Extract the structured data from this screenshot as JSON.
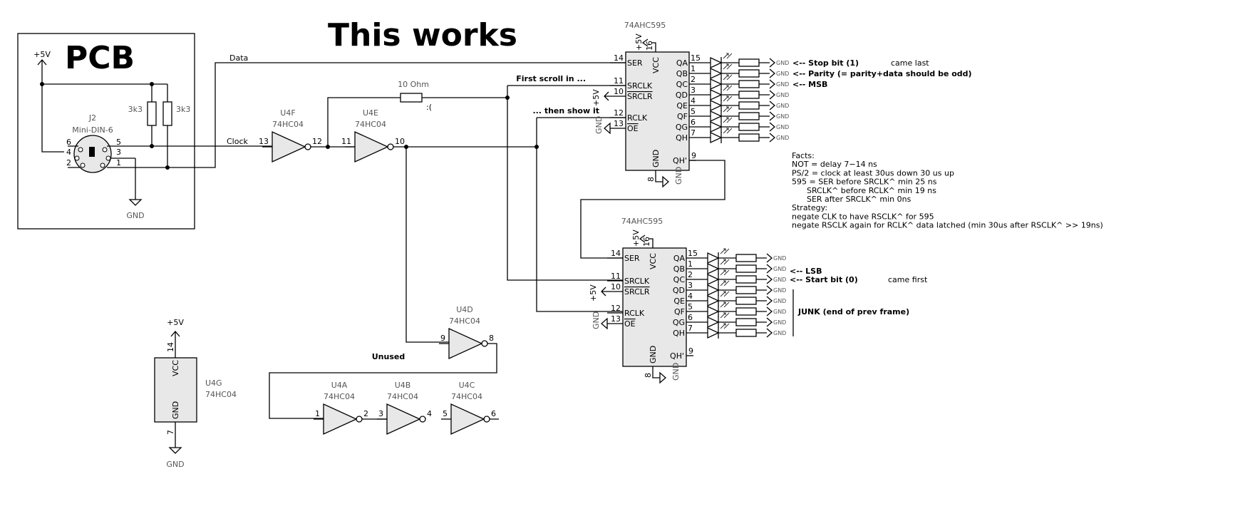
{
  "title": "This works",
  "pcb": {
    "label": "PCB",
    "vcc": "+5V",
    "gnd": "GND",
    "r1": "3k3",
    "r2": "3k3",
    "conn_ref": "J2",
    "conn_value": "Mini-DIN-6",
    "pins": [
      "6",
      "4",
      "2",
      "5",
      "3",
      "1"
    ]
  },
  "nets": {
    "data": "Data",
    "clock": "Clock",
    "first_scroll": "First scroll in ...",
    "then_show": "... then show it",
    "resistor": "10 Ohm",
    "sad": ":(",
    "unused": "Unused"
  },
  "gates": {
    "u4f": {
      "ref": "U4F",
      "value": "74HC04",
      "in": "13",
      "out": "12"
    },
    "u4e": {
      "ref": "U4E",
      "value": "74HC04",
      "in": "11",
      "out": "10"
    },
    "u4d": {
      "ref": "U4D",
      "value": "74HC04",
      "in": "9",
      "out": "8"
    },
    "u4a": {
      "ref": "U4A",
      "value": "74HC04",
      "in": "1",
      "out": "2"
    },
    "u4b": {
      "ref": "U4B",
      "value": "74HC04",
      "in": "3",
      "out": "4"
    },
    "u4c": {
      "ref": "U4C",
      "value": "74HC04",
      "in": "5",
      "out": "6"
    },
    "u4g": {
      "ref": "U4G",
      "value": "74HC04",
      "vcc": "+5V",
      "gnd": "GND",
      "pin_vcc": "14",
      "pin_gnd": "7",
      "vcc_label": "VCC",
      "gnd_label": "GND"
    }
  },
  "shift_registers": [
    {
      "value": "74AHC595",
      "vcc": "+5V",
      "vcc_pin": "16",
      "gnd_pin": "8",
      "vcc_label": "VCC",
      "gnd_label": "GND",
      "gnd": "GND",
      "srclr_supply": "+5V",
      "oe_supply": "GND",
      "inputs": [
        {
          "pin": "14",
          "name": "SER"
        },
        {
          "pin": "11",
          "name": "SRCLK"
        },
        {
          "pin": "10",
          "name": "SRCLR"
        },
        {
          "pin": "12",
          "name": "RCLK"
        },
        {
          "pin": "13",
          "name": "OE"
        }
      ],
      "outputs": [
        {
          "pin": "15",
          "name": "QA"
        },
        {
          "pin": "1",
          "name": "QB"
        },
        {
          "pin": "2",
          "name": "QC"
        },
        {
          "pin": "3",
          "name": "QD"
        },
        {
          "pin": "4",
          "name": "QE"
        },
        {
          "pin": "5",
          "name": "QF"
        },
        {
          "pin": "6",
          "name": "QG"
        },
        {
          "pin": "7",
          "name": "QH"
        }
      ],
      "cascade": {
        "pin": "9",
        "name": "QH'"
      }
    },
    {
      "value": "74AHC595",
      "vcc": "+5V",
      "vcc_pin": "16",
      "gnd_pin": "8",
      "vcc_label": "VCC",
      "gnd_label": "GND",
      "gnd": "GND",
      "srclr_supply": "+5V",
      "oe_supply": "GND",
      "inputs": [
        {
          "pin": "14",
          "name": "SER"
        },
        {
          "pin": "11",
          "name": "SRCLK"
        },
        {
          "pin": "10",
          "name": "SRCLR"
        },
        {
          "pin": "12",
          "name": "RCLK"
        },
        {
          "pin": "13",
          "name": "OE"
        }
      ],
      "outputs": [
        {
          "pin": "15",
          "name": "QA"
        },
        {
          "pin": "1",
          "name": "QB"
        },
        {
          "pin": "2",
          "name": "QC"
        },
        {
          "pin": "3",
          "name": "QD"
        },
        {
          "pin": "4",
          "name": "QE"
        },
        {
          "pin": "5",
          "name": "QF"
        },
        {
          "pin": "6",
          "name": "QG"
        },
        {
          "pin": "7",
          "name": "QH"
        }
      ],
      "cascade": {
        "pin": "9",
        "name": "QH'"
      }
    }
  ],
  "led_gnd": "GND",
  "annotations": {
    "stop_bit": "<-- Stop bit (1)",
    "came_last": "came last",
    "parity": "<-- Parity (= parity+data should be odd)",
    "msb": "<-- MSB",
    "lsb": "<-- LSB",
    "start_bit": "<-- Start bit (0)",
    "came_first": "came first",
    "junk": "JUNK (end of prev frame)"
  },
  "notes": [
    "Facts:",
    "NOT = delay 7−14 ns",
    "PS/2 = clock at least 30us down 30 us up",
    "595 = SER before SRCLK^ min 25 ns",
    "      SRCLK^ before RCLK^ min 19 ns",
    "      SER after SRCLK^ min 0ns",
    "Strategy:",
    "negate CLK to have RSCLK^ for 595",
    "negate RSCLK again for RCLK^ data latched (min 30us after RSCLK^ >> 19ns)"
  ]
}
